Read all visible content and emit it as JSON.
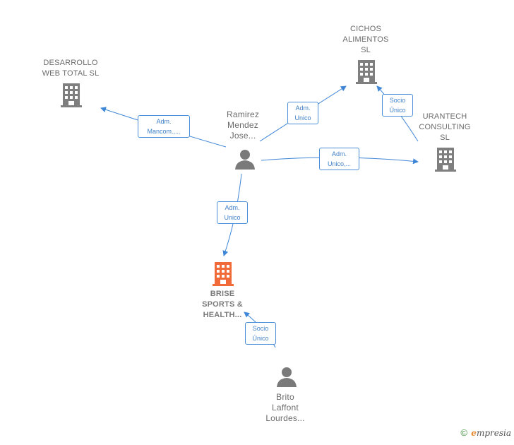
{
  "colors": {
    "edge": "#3f86d6",
    "company_icon": "#7f7f7f",
    "focus_icon": "#f06a3a",
    "person_icon": "#7a7a7a"
  },
  "nodes": {
    "desarrollo": {
      "lines": [
        "DESARROLLO",
        "WEB TOTAL  SL"
      ],
      "icon": "building-icon"
    },
    "cichos": {
      "lines": [
        "CICHOS",
        "ALIMENTOS",
        "SL"
      ],
      "icon": "building-icon"
    },
    "urantech": {
      "lines": [
        "URANTECH",
        "CONSULTING",
        "SL"
      ],
      "icon": "building-icon"
    },
    "ramirez": {
      "lines": [
        "Ramirez",
        "Mendez",
        "Jose..."
      ],
      "icon": "person-icon"
    },
    "brise": {
      "lines": [
        "BRISE",
        "SPORTS &",
        "HEALTH..."
      ],
      "icon": "building-icon"
    },
    "brito": {
      "lines": [
        "Brito",
        "Laffont",
        "Lourdes..."
      ],
      "icon": "person-icon"
    }
  },
  "edges": {
    "e1": {
      "lines": [
        "Adm.",
        "Mancom.,..."
      ]
    },
    "e2": {
      "lines": [
        "Adm.",
        "Unico"
      ]
    },
    "e3": {
      "lines": [
        "Socio",
        "Único"
      ]
    },
    "e4": {
      "lines": [
        "Adm.",
        "Unico,..."
      ]
    },
    "e5": {
      "lines": [
        "Adm.",
        "Unico"
      ]
    },
    "e6": {
      "lines": [
        "Socio",
        "Único"
      ]
    }
  },
  "footer": {
    "copyright": "©",
    "brand_initial": "e",
    "brand_rest": "mpresia"
  }
}
